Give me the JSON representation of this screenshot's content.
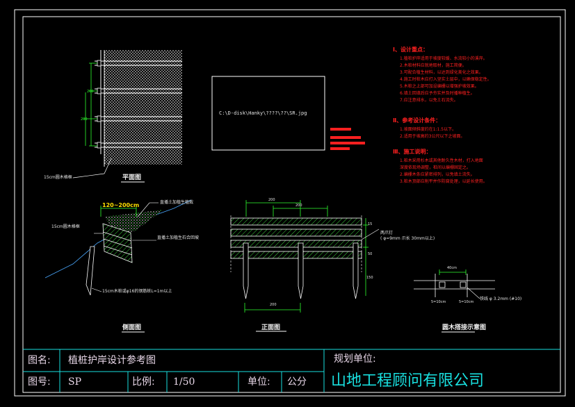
{
  "notes": {
    "sec1_title": "Ⅰ、设计重点：",
    "sec1_items": [
      "1.植桩护岸适用于坡度较缓、水流较小的溪岸。",
      "2.木桩材料应就地取材，施工简便。",
      "3.可配合植生材料，以达到绿化美化之效果。",
      "4.施工时桩木应打入坚实土层中，以确保稳定性。",
      "5.木桩之上部可加设编栅以增强护坡效果。",
      "6.填土回填后应予夯实并及时播种植生。",
      "7.应注意排水，以免土石流失。"
    ],
    "sec2_title": "Ⅱ、参考设计条件：",
    "sec2_items": [
      "1.坡面倾斜度约在1:1.5以下。",
      "2.适用于坡高约3公尺以下之坡面。"
    ],
    "sec3_title": "Ⅲ、施工说明：",
    "sec3_items": [
      "1.桩木采用杉木或其他耐久性木材，打入地面",
      "  深度依现场调整，桩间以编栅固定之。",
      "2.编栅木条应紧密排列，以免填土流失。",
      "3.桩木顶部应削平并作防腐处理，以延长使用。"
    ]
  },
  "image_path": "C:\\D-disk\\Hanky\\????\\??\\SR.jpg",
  "plan": {
    "title": "平面图",
    "dim_1": "200",
    "dim_2": "200",
    "callout": "15cm圆木格框"
  },
  "section": {
    "title": "侧面图",
    "range_label": "120~200cm",
    "callout_1": "直播土加植生植栽",
    "callout_2": "15cm圆木格框",
    "callout_3": "直播土加植生石合回坡",
    "callout_4": "15cm木桩或φ16的钢筋桩L=1m以上"
  },
  "front": {
    "title": "正面图",
    "dim_top_1": "200",
    "dim_top_2": "200",
    "dim_bottom": "200",
    "dim_right_1": "15",
    "dim_right_2": "50",
    "dim_right_3": "150",
    "callout_1": "两爪钉",
    "callout_2": "( φ=9mm 爪长 30mm以上)"
  },
  "detail": {
    "title": "圆木搭接示意图",
    "dim_top": "40cm",
    "dim_left": "5=10cm",
    "dim_right": "5=10cm",
    "callout": "铁线 φ 3.2mm (#10)"
  },
  "title_block": {
    "name_label": "图名:",
    "name_value": "植桩护岸设计参考图",
    "planner_label": "规划单位:",
    "number_label": "图号:",
    "number_value": "SP",
    "scale_label": "比例:",
    "scale_value": "1/50",
    "unit_label": "单位:",
    "unit_value": "公分",
    "company": "山地工程顾问有限公司"
  },
  "colors": {
    "frame": "#ffffff",
    "title_block_lines": "#19e0e0",
    "notes": "#ff2020",
    "hatch_green": "#3fd23f",
    "dimension_green": "#2fff2f",
    "slope_blue": "#4aa8ff",
    "soil_fill": "#ffffff"
  }
}
